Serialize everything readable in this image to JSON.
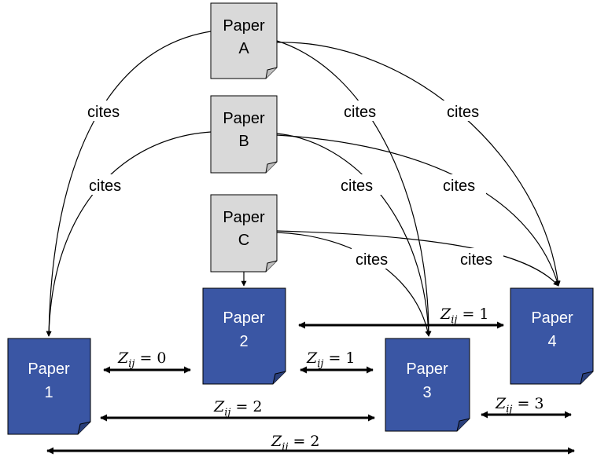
{
  "colors": {
    "citing_paper_fill": "#d9d9d9",
    "cited_paper_fill": "#3a56a4",
    "line": "#000000",
    "label_bg": "#ffffff"
  },
  "papers": {
    "A": {
      "line1": "Paper",
      "line2": "A"
    },
    "B": {
      "line1": "Paper",
      "line2": "B"
    },
    "C": {
      "line1": "Paper",
      "line2": "C"
    },
    "P1": {
      "line1": "Paper",
      "line2": "1"
    },
    "P2": {
      "line1": "Paper",
      "line2": "2"
    },
    "P3": {
      "line1": "Paper",
      "line2": "3"
    },
    "P4": {
      "line1": "Paper",
      "line2": "4"
    }
  },
  "cites_labels": [
    "cites",
    "cites",
    "cites",
    "cites",
    "cites",
    "cites",
    "cites",
    "cites"
  ],
  "distances": {
    "p1_p2": "Z_ij = 0",
    "p2_p3": "Z_ij = 1",
    "p2_p4": "Z_ij = 1",
    "p1_p3": "Z_ij = 2",
    "p3_p4": "Z_ij = 3",
    "p1_p4": "Z_ij = 2"
  },
  "distance_parts": {
    "p1_p2": {
      "var": "Z",
      "sub": "ij",
      "rest": " = 0"
    },
    "p2_p3": {
      "var": "Z",
      "sub": "ij",
      "rest": " = 1"
    },
    "p2_p4": {
      "var": "Z",
      "sub": "ij",
      "rest": " = 1"
    },
    "p1_p3": {
      "var": "Z",
      "sub": "ij",
      "rest": " = 2"
    },
    "p3_p4": {
      "var": "Z",
      "sub": "ij",
      "rest": " = 3"
    },
    "p1_p4": {
      "var": "Z",
      "sub": "ij",
      "rest": " = 2"
    }
  }
}
